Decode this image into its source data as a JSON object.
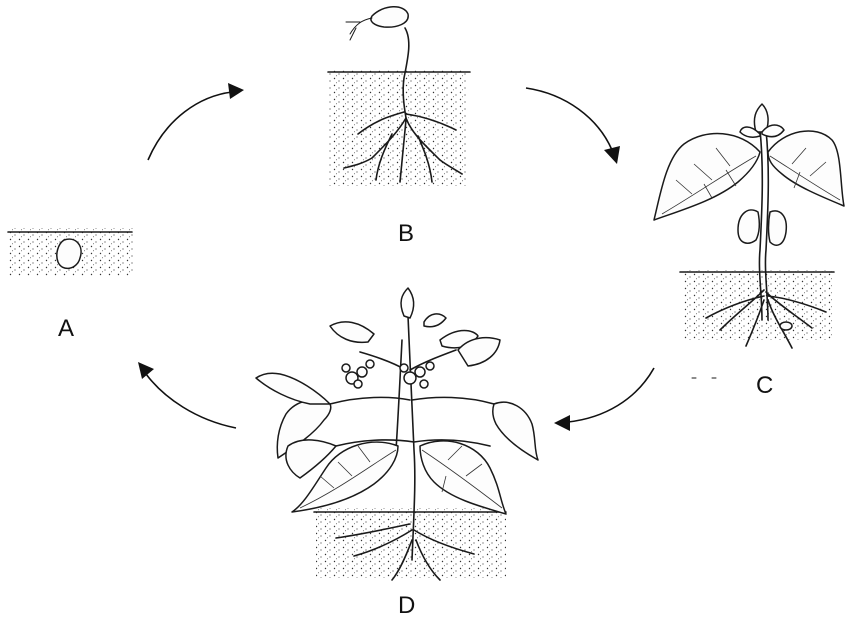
{
  "labels": {
    "a": "A",
    "b": "B",
    "c": "C",
    "d": "D"
  },
  "stage_order": [
    "A",
    "B",
    "C",
    "D"
  ],
  "cycle_direction": "clockwise",
  "colors": {
    "ink": "#1a1a1a",
    "background": "#ffffff"
  }
}
